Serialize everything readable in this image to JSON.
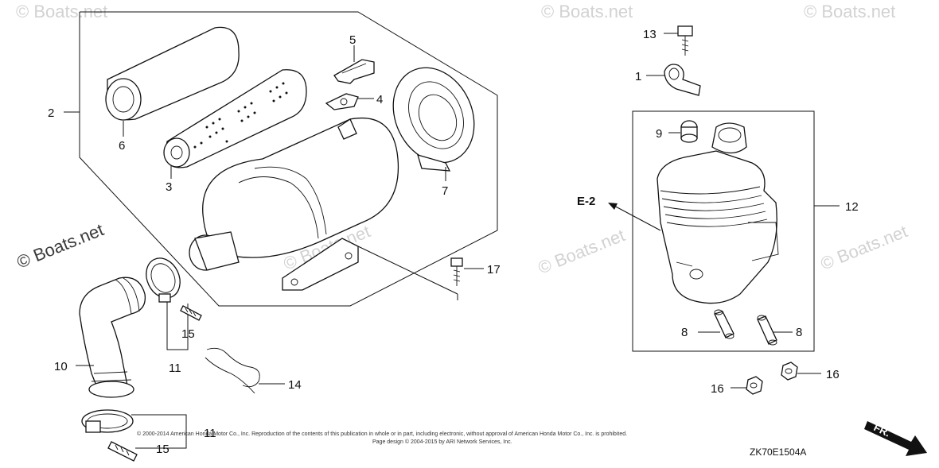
{
  "watermarks": {
    "main": "© Boats.net",
    "faint": "© Boats.net"
  },
  "callouts": {
    "c1": "1",
    "c2": "2",
    "c3": "3",
    "c4": "4",
    "c5": "5",
    "c6": "6",
    "c7": "7",
    "c8a": "8",
    "c8b": "8",
    "c9": "9",
    "c10": "10",
    "c11a": "11",
    "c11b": "11",
    "c12": "12",
    "c13": "13",
    "c14": "14",
    "c15a": "15",
    "c15b": "15",
    "c16a": "16",
    "c16b": "16",
    "c17": "17"
  },
  "reference": "E-2",
  "copyright": {
    "line1": "© 2000-2014 American Honda Motor Co., Inc. Reproduction of the contents of this publication in whole or in part, including electronic, without approval of American Honda Motor Co., Inc. is prohibited.",
    "line2": "Page design © 2004-2015 by ARI Network Services, Inc."
  },
  "diagram_code": "ZK70E1504A",
  "direction_label": "FR.",
  "colors": {
    "line": "#111111",
    "watermark": "#d2d2d2"
  }
}
